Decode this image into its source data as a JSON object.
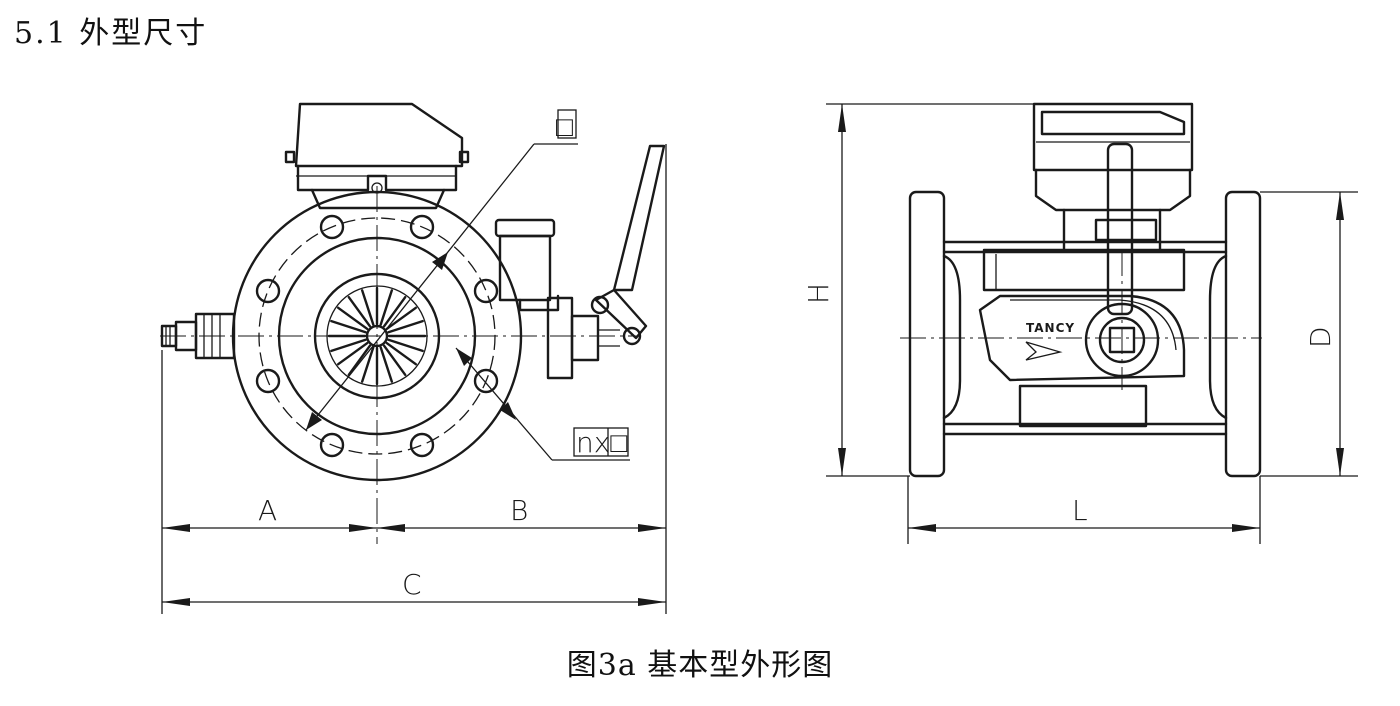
{
  "section": {
    "title": "5.1 外型尺寸"
  },
  "caption": "图3a 基本型外形图",
  "front_view": {
    "dims": {
      "a": "A",
      "b": "B",
      "c": "C"
    },
    "callouts": {
      "diameter": "□",
      "holes": "nx□"
    }
  },
  "side_view": {
    "dims": {
      "h": "H",
      "l": "L",
      "d": "D"
    },
    "brand": "TANCY"
  }
}
